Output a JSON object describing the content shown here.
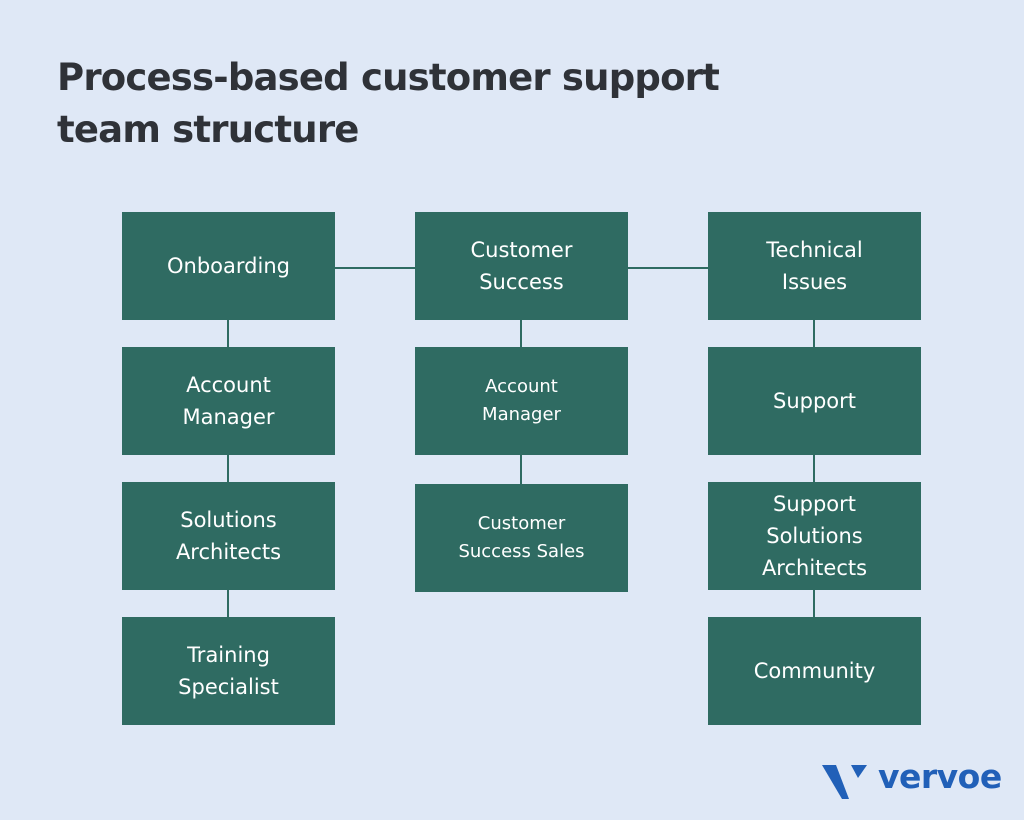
{
  "title": "Process-based customer support team structure",
  "colors": {
    "background": "#dfe8f6",
    "box": "#2f6b62",
    "box_text": "#ffffff",
    "title": "#2f3238",
    "brand": "#2160b8"
  },
  "columns": [
    {
      "name": "onboarding",
      "nodes": [
        "Onboarding",
        "Account\nManager",
        "Solutions\nArchitects",
        "Training\nSpecialist"
      ]
    },
    {
      "name": "customer-success",
      "nodes": [
        "Customer\nSuccess",
        "Account\nManager",
        "Customer\nSuccess Sales"
      ]
    },
    {
      "name": "technical-issues",
      "nodes": [
        "Technical\nIssues",
        "Support",
        "Support\nSolutions\nArchitects",
        "Community"
      ]
    }
  ],
  "logo": {
    "icon": "vervoe-v-icon",
    "text": "vervoe"
  }
}
